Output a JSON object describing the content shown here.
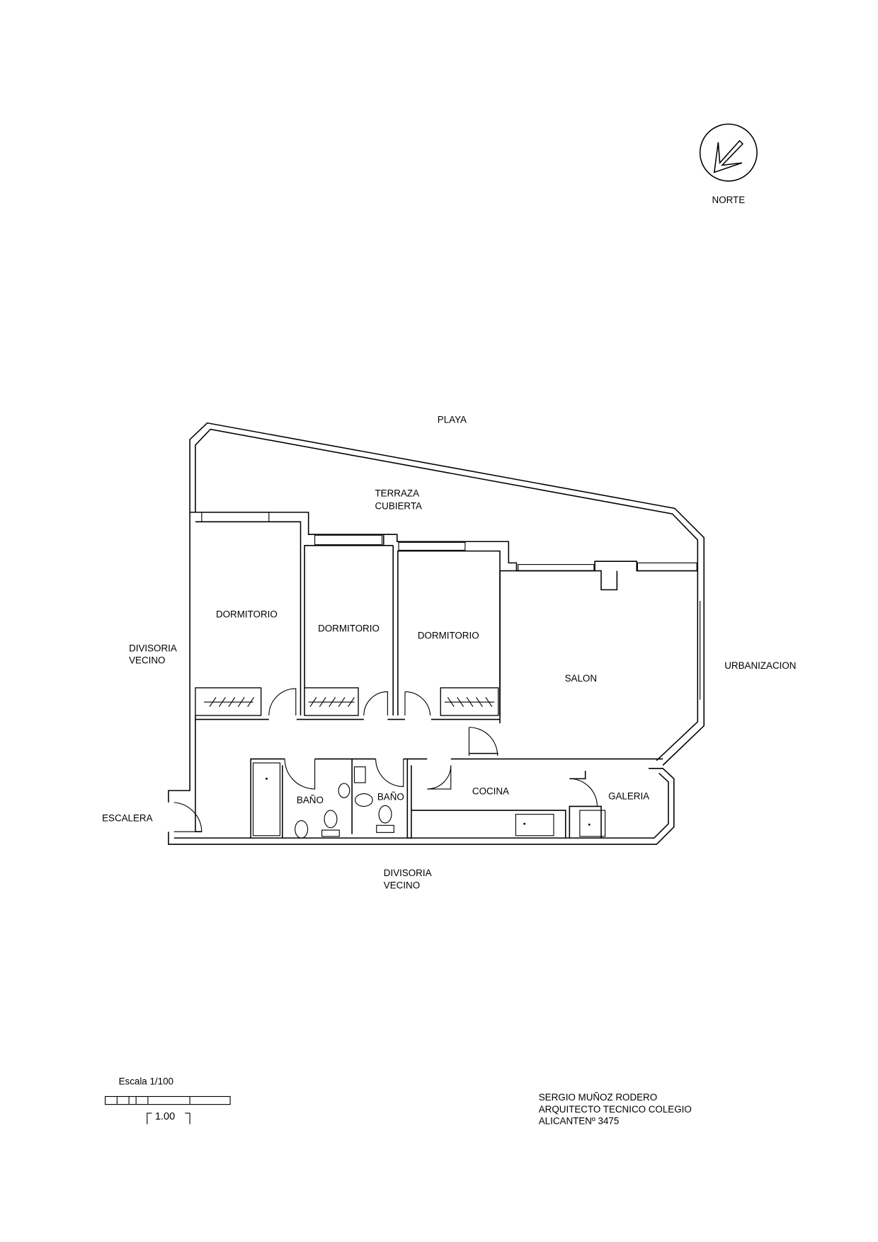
{
  "north": {
    "label": "NORTE"
  },
  "labels": {
    "playa": "PLAYA",
    "terraza_1": "TERRAZA",
    "terraza_2": "CUBIERTA",
    "dormitorio_1": "DORMITORIO",
    "dormitorio_2": "DORMITORIO",
    "dormitorio_3": "DORMITORIO",
    "salon": "SALON",
    "urbanizacion": "URBANIZACION",
    "divisoria_left_1": "DIVISORIA",
    "divisoria_left_2": "VECINO",
    "escalera": "ESCALERA",
    "bano_1": "BAÑO",
    "bano_2": "BAÑO",
    "cocina": "COCINA",
    "galeria": "GALERIA",
    "divisoria_bottom_1": "DIVISORIA",
    "divisoria_bottom_2": "VECINO"
  },
  "scale": {
    "title": "Escala 1/100",
    "length_label": "1.00"
  },
  "signature": {
    "line1": "SERGIO MUÑOZ RODERO",
    "line2": "ARQUITECTO TECNICO COLEGIO",
    "line3": "ALICANTENº 3475"
  }
}
